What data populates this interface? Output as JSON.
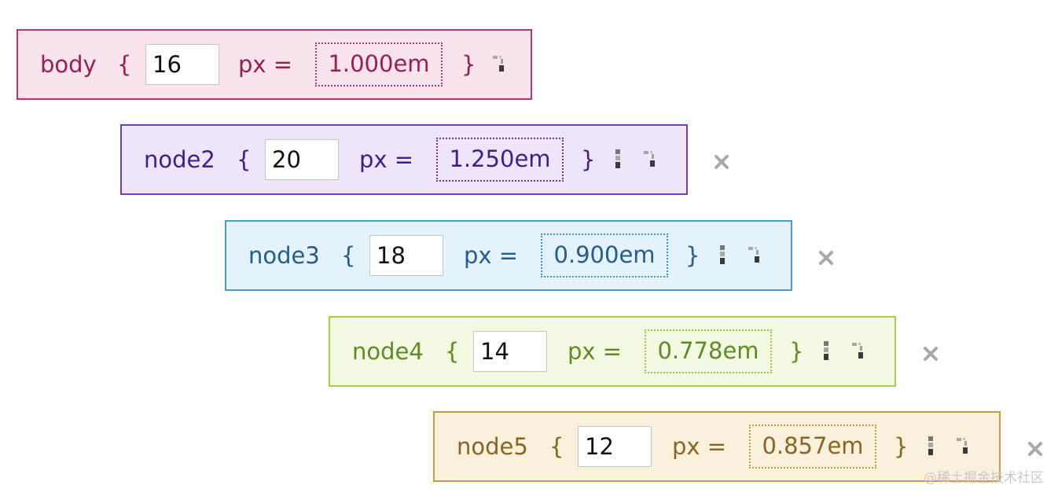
{
  "nodes": [
    {
      "name": "body",
      "open_brace": "{",
      "px_value": "16",
      "px_suffix": "px =",
      "em_value": "1.000em",
      "close_brace": "}"
    },
    {
      "name": "node2",
      "open_brace": "{",
      "px_value": "20",
      "px_suffix": "px =",
      "em_value": "1.250em",
      "close_brace": "}"
    },
    {
      "name": "node3",
      "open_brace": "{",
      "px_value": "18",
      "px_suffix": "px =",
      "em_value": "0.900em",
      "close_brace": "}"
    },
    {
      "name": "node4",
      "open_brace": "{",
      "px_value": "14",
      "px_suffix": "px =",
      "em_value": "0.778em",
      "close_brace": "}"
    },
    {
      "name": "node5",
      "open_brace": "{",
      "px_value": "12",
      "px_suffix": "px =",
      "em_value": "0.857em",
      "close_brace": "}"
    }
  ],
  "icons": {
    "add_sibling": "add-sibling-icon",
    "add_child": "add-child-icon",
    "remove": "close-icon"
  },
  "colors": {
    "body": {
      "background": "#f9e3ec",
      "border": "#c0336a",
      "text": "#9a1f4c"
    },
    "node2": {
      "background": "#eee5fb",
      "border": "#7a38c0",
      "text": "#3f1d8f"
    },
    "node3": {
      "background": "#e4f2fb",
      "border": "#4a9cd0",
      "text": "#245d8b"
    },
    "node4": {
      "background": "#f2f8e1",
      "border": "#a6cc4d",
      "text": "#5f8c22"
    },
    "node5": {
      "background": "#faf1dd",
      "border": "#c99b3c",
      "text": "#8a6420"
    }
  },
  "watermark": "@稀土掘金技术社区"
}
